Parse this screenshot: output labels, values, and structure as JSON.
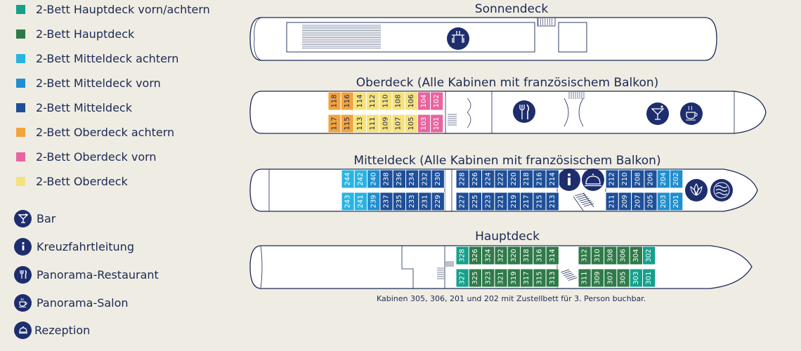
{
  "colors": {
    "hauptdeck_vorn_achtern": "#14a08c",
    "hauptdeck": "#2e7a48",
    "mitteldeck_achtern": "#27b4e4",
    "mitteldeck_vorn": "#1f8fcf",
    "mitteldeck": "#1e4f99",
    "oberdeck_achtern": "#f1a33d",
    "oberdeck_vorn": "#e864a0",
    "oberdeck": "#f6e27a",
    "navy": "#1d2d6e"
  },
  "legend": [
    {
      "label": "2-Bett Hauptdeck vorn/achtern",
      "color": "#14a08c"
    },
    {
      "label": "2-Bett Hauptdeck",
      "color": "#2e7a48"
    },
    {
      "label": "2-Bett Mitteldeck achtern",
      "color": "#27b4e4"
    },
    {
      "label": "2-Bett Mitteldeck vorn",
      "color": "#1f8fcf"
    },
    {
      "label": "2-Bett Mitteldeck",
      "color": "#1e4f99"
    },
    {
      "label": "2-Bett Oberdeck achtern",
      "color": "#f1a33d"
    },
    {
      "label": "2-Bett Oberdeck vorn",
      "color": "#e864a0"
    },
    {
      "label": "2-Bett Oberdeck",
      "color": "#f6e27a"
    }
  ],
  "symbols": [
    {
      "label": "Bar",
      "icon": "cocktail-icon"
    },
    {
      "label": "Kreuzfahrtleitung",
      "icon": "info-icon"
    },
    {
      "label": "Panorama-Restaurant",
      "icon": "fork-knife-icon"
    },
    {
      "label": "Panorama-Salon",
      "icon": "coffee-cup-icon"
    },
    {
      "label": "Rezeption",
      "icon": "service-bell-icon"
    }
  ],
  "decks": {
    "sonnendeck": {
      "title": "Sonnendeck"
    },
    "oberdeck": {
      "title": "Oberdeck (Alle Kabinen mit französischem Balkon)"
    },
    "mitteldeck": {
      "title": "Mitteldeck (Alle Kabinen mit französischem Balkon)"
    },
    "hauptdeck": {
      "title": "Hauptdeck"
    }
  },
  "cabins": {
    "oberdeck": {
      "top": [
        {
          "n": "118",
          "cat": "oberdeck_achtern"
        },
        {
          "n": "116",
          "cat": "oberdeck_achtern"
        },
        {
          "n": "114",
          "cat": "oberdeck"
        },
        {
          "n": "112",
          "cat": "oberdeck"
        },
        {
          "n": "110",
          "cat": "oberdeck"
        },
        {
          "n": "108",
          "cat": "oberdeck"
        },
        {
          "n": "106",
          "cat": "oberdeck"
        },
        {
          "n": "104",
          "cat": "oberdeck_vorn"
        },
        {
          "n": "102",
          "cat": "oberdeck_vorn"
        }
      ],
      "bottom": [
        {
          "n": "117",
          "cat": "oberdeck_achtern"
        },
        {
          "n": "115",
          "cat": "oberdeck_achtern"
        },
        {
          "n": "113",
          "cat": "oberdeck"
        },
        {
          "n": "111",
          "cat": "oberdeck"
        },
        {
          "n": "109",
          "cat": "oberdeck"
        },
        {
          "n": "107",
          "cat": "oberdeck"
        },
        {
          "n": "105",
          "cat": "oberdeck"
        },
        {
          "n": "103",
          "cat": "oberdeck_vorn"
        },
        {
          "n": "101",
          "cat": "oberdeck_vorn"
        }
      ]
    },
    "mitteldeck": {
      "aft_top": [
        {
          "n": "244",
          "cat": "mitteldeck_achtern"
        },
        {
          "n": "242",
          "cat": "mitteldeck_achtern"
        },
        {
          "n": "240",
          "cat": "mitteldeck_vorn"
        },
        {
          "n": "238",
          "cat": "mitteldeck"
        },
        {
          "n": "236",
          "cat": "mitteldeck"
        },
        {
          "n": "234",
          "cat": "mitteldeck"
        },
        {
          "n": "232",
          "cat": "mitteldeck"
        },
        {
          "n": "230",
          "cat": "mitteldeck"
        }
      ],
      "aft_bottom": [
        {
          "n": "243",
          "cat": "mitteldeck_achtern"
        },
        {
          "n": "241",
          "cat": "mitteldeck_achtern"
        },
        {
          "n": "239",
          "cat": "mitteldeck_vorn"
        },
        {
          "n": "237",
          "cat": "mitteldeck"
        },
        {
          "n": "235",
          "cat": "mitteldeck"
        },
        {
          "n": "233",
          "cat": "mitteldeck"
        },
        {
          "n": "231",
          "cat": "mitteldeck"
        },
        {
          "n": "229",
          "cat": "mitteldeck"
        }
      ],
      "mid_top": [
        {
          "n": "228",
          "cat": "mitteldeck"
        },
        {
          "n": "226",
          "cat": "mitteldeck"
        },
        {
          "n": "224",
          "cat": "mitteldeck"
        },
        {
          "n": "222",
          "cat": "mitteldeck"
        },
        {
          "n": "220",
          "cat": "mitteldeck"
        },
        {
          "n": "218",
          "cat": "mitteldeck"
        },
        {
          "n": "216",
          "cat": "mitteldeck"
        },
        {
          "n": "214",
          "cat": "mitteldeck"
        }
      ],
      "mid_bottom": [
        {
          "n": "227",
          "cat": "mitteldeck"
        },
        {
          "n": "225",
          "cat": "mitteldeck"
        },
        {
          "n": "223",
          "cat": "mitteldeck"
        },
        {
          "n": "221",
          "cat": "mitteldeck"
        },
        {
          "n": "219",
          "cat": "mitteldeck"
        },
        {
          "n": "217",
          "cat": "mitteldeck"
        },
        {
          "n": "215",
          "cat": "mitteldeck"
        },
        {
          "n": "213",
          "cat": "mitteldeck"
        }
      ],
      "fwd_top": [
        {
          "n": "212",
          "cat": "mitteldeck"
        },
        {
          "n": "210",
          "cat": "mitteldeck"
        },
        {
          "n": "208",
          "cat": "mitteldeck"
        },
        {
          "n": "206",
          "cat": "mitteldeck"
        },
        {
          "n": "204",
          "cat": "mitteldeck_vorn"
        },
        {
          "n": "202",
          "cat": "mitteldeck_vorn"
        }
      ],
      "fwd_bottom": [
        {
          "n": "211",
          "cat": "mitteldeck"
        },
        {
          "n": "209",
          "cat": "mitteldeck"
        },
        {
          "n": "207",
          "cat": "mitteldeck"
        },
        {
          "n": "205",
          "cat": "mitteldeck"
        },
        {
          "n": "203",
          "cat": "mitteldeck_vorn"
        },
        {
          "n": "201",
          "cat": "mitteldeck_vorn"
        }
      ]
    },
    "hauptdeck": {
      "aft_top": [
        {
          "n": "328",
          "cat": "hauptdeck_vorn_achtern"
        },
        {
          "n": "326",
          "cat": "hauptdeck"
        },
        {
          "n": "324",
          "cat": "hauptdeck"
        },
        {
          "n": "322",
          "cat": "hauptdeck"
        },
        {
          "n": "320",
          "cat": "hauptdeck"
        },
        {
          "n": "318",
          "cat": "hauptdeck"
        },
        {
          "n": "316",
          "cat": "hauptdeck"
        },
        {
          "n": "314",
          "cat": "hauptdeck"
        }
      ],
      "aft_bottom": [
        {
          "n": "327",
          "cat": "hauptdeck_vorn_achtern"
        },
        {
          "n": "325",
          "cat": "hauptdeck"
        },
        {
          "n": "323",
          "cat": "hauptdeck"
        },
        {
          "n": "321",
          "cat": "hauptdeck"
        },
        {
          "n": "319",
          "cat": "hauptdeck"
        },
        {
          "n": "317",
          "cat": "hauptdeck"
        },
        {
          "n": "315",
          "cat": "hauptdeck"
        },
        {
          "n": "313",
          "cat": "hauptdeck"
        }
      ],
      "fwd_top": [
        {
          "n": "312",
          "cat": "hauptdeck"
        },
        {
          "n": "310",
          "cat": "hauptdeck"
        },
        {
          "n": "308",
          "cat": "hauptdeck"
        },
        {
          "n": "306",
          "cat": "hauptdeck"
        },
        {
          "n": "304",
          "cat": "hauptdeck"
        },
        {
          "n": "302",
          "cat": "hauptdeck_vorn_achtern"
        }
      ],
      "fwd_bottom": [
        {
          "n": "311",
          "cat": "hauptdeck"
        },
        {
          "n": "309",
          "cat": "hauptdeck"
        },
        {
          "n": "307",
          "cat": "hauptdeck"
        },
        {
          "n": "305",
          "cat": "hauptdeck"
        },
        {
          "n": "303",
          "cat": "hauptdeck_vorn_achtern"
        },
        {
          "n": "301",
          "cat": "hauptdeck_vorn_achtern"
        }
      ]
    }
  },
  "note": "Kabinen 305, 306, 201 und 202 mit Zustellbett für 3. Person buchbar."
}
